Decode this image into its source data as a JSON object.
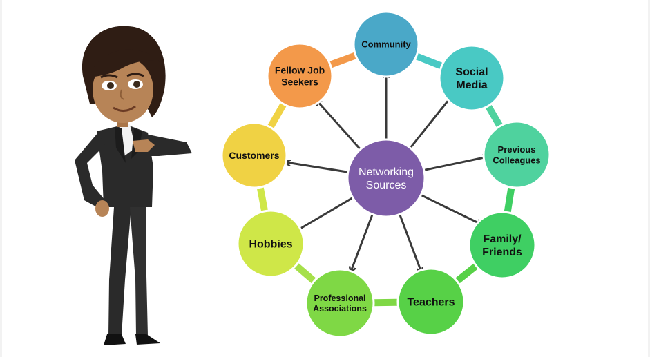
{
  "diagram": {
    "center": {
      "lines": [
        "Networking",
        "Sources"
      ],
      "color": "#7d5ca8"
    },
    "nodes": [
      {
        "id": "community",
        "lines": [
          "Community"
        ],
        "color": "#4aa8c8"
      },
      {
        "id": "social-media",
        "lines": [
          "Social",
          "Media"
        ],
        "color": "#49c9c4"
      },
      {
        "id": "previous-colleagues",
        "lines": [
          "Previous",
          "Colleagues"
        ],
        "color": "#4fd29e"
      },
      {
        "id": "family-friends",
        "lines": [
          "Family/",
          "Friends"
        ],
        "color": "#3fcf63"
      },
      {
        "id": "teachers",
        "lines": [
          "Teachers"
        ],
        "color": "#57d147"
      },
      {
        "id": "professional-associations",
        "lines": [
          "Professional",
          "Associations"
        ],
        "color": "#7fd845"
      },
      {
        "id": "hobbies",
        "lines": [
          "Hobbies"
        ],
        "color": "#cfe748"
      },
      {
        "id": "customers",
        "lines": [
          "Customers"
        ],
        "color": "#f0d244"
      },
      {
        "id": "fellow-job-seekers",
        "lines": [
          "Fellow Job",
          "Seekers"
        ],
        "color": "#f3994a"
      }
    ],
    "ring_colors": [
      "#49c9c4",
      "#4fd29e",
      "#3fcf63",
      "#57d147",
      "#7fd845",
      "#a6e04a",
      "#cfe748",
      "#f0d244",
      "#f3994a"
    ],
    "arrow_color": "#3a3a3a"
  },
  "character": {
    "skin": "#b78457",
    "hair": "#2f1d14",
    "suit": "#2a2a2a",
    "shirt": "#f2f2f2"
  }
}
